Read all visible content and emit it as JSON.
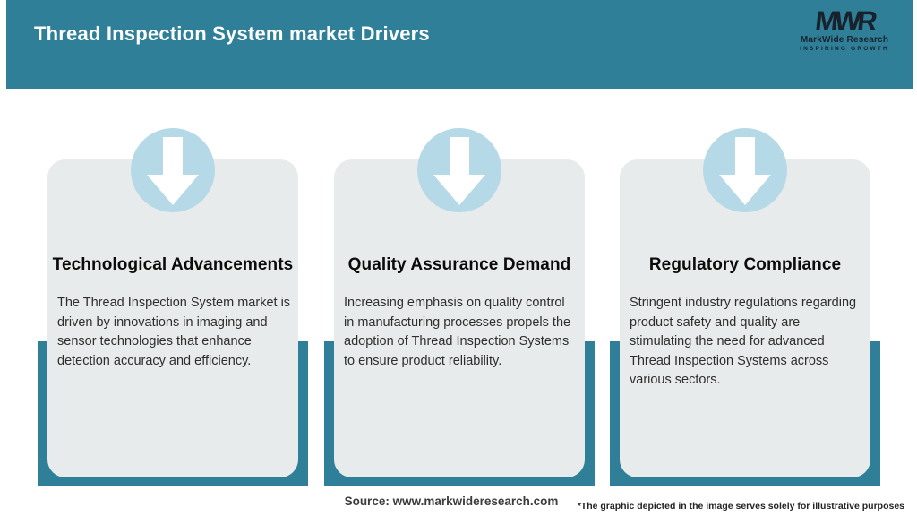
{
  "header": {
    "title": "Thread Inspection System market Drivers",
    "logo": {
      "monogram": "MWR",
      "name": "MarkWide Research",
      "tagline": "INSPIRING GROWTH"
    }
  },
  "cards": [
    {
      "title": "Technological Advancements",
      "description": "The Thread Inspection System market is driven by innovations in imaging and sensor technologies that enhance detection accuracy and efficiency."
    },
    {
      "title": "Quality Assurance Demand",
      "description": "Increasing emphasis on quality control in manufacturing processes propels the adoption of Thread Inspection Systems to ensure product reliability."
    },
    {
      "title": "Regulatory Compliance",
      "description": "Stringent industry regulations regarding product safety and quality are stimulating the need for advanced Thread Inspection Systems across various sectors."
    }
  ],
  "footer": {
    "source": "Source: www.markwideresearch.com",
    "disclaimer": "*The graphic depicted in the image serves solely for illustrative purposes"
  },
  "colors": {
    "accent_teal": "#2F7F99",
    "circle_blue": "#B5D9E6",
    "card_gray": "#E8EBEB",
    "logo_navy": "#17222C"
  }
}
